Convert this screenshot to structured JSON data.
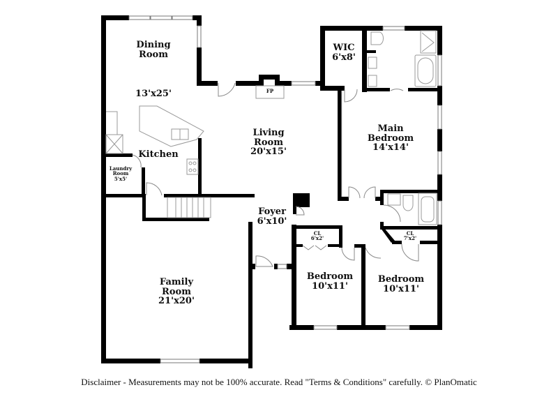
{
  "rooms": {
    "dining": {
      "name_line1": "Dining",
      "name_line2": "Room",
      "size": "13'x25'"
    },
    "kitchen": {
      "name": "Kitchen"
    },
    "laundry": {
      "name_line1": "Laundry",
      "name_line2": "Room",
      "size": "5'x5'"
    },
    "living": {
      "name_line1": "Living",
      "name_line2": "Room",
      "size": "20'x15'"
    },
    "fireplace": {
      "name": "FP"
    },
    "wic": {
      "name": "WIC",
      "size": "6'x8'"
    },
    "main_bedroom": {
      "name_line1": "Main",
      "name_line2": "Bedroom",
      "size": "14'x14'"
    },
    "foyer": {
      "name": "Foyer",
      "size": "6'x10'"
    },
    "closet1": {
      "name": "CL",
      "size": "6'x2'"
    },
    "closet2": {
      "name": "CL",
      "size": "7'x2'"
    },
    "bedroom2": {
      "name": "Bedroom",
      "size": "10'x11'"
    },
    "bedroom3": {
      "name": "Bedroom",
      "size": "10'x11'"
    },
    "family": {
      "name_line1": "Family",
      "name_line2": "Room",
      "size": "21'x20'"
    }
  },
  "footer": {
    "disclaimer": "Disclaimer - Measurements may not be 100% accurate. Read \"Terms & Conditions\" carefully. © PlanOmatic"
  },
  "colors": {
    "wall": "#000000",
    "fixture": "#9a9a9a",
    "background": "#ffffff"
  }
}
